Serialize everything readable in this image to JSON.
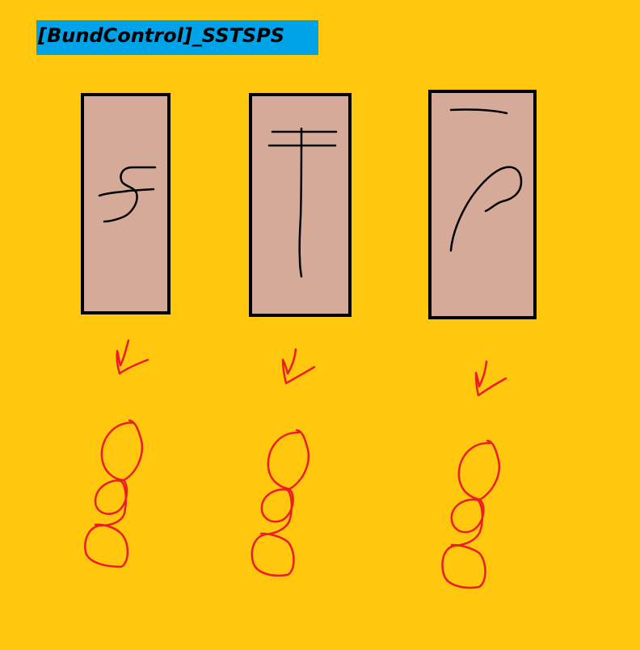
{
  "title": {
    "text": "[BundControl]_SSTSPS"
  },
  "colors": {
    "background": "#ffc70e",
    "title_band": "#00a2e8",
    "panel_fill": "#d5aa98",
    "panel_border": "#000000",
    "glyph_stroke": "#000000",
    "marks_stroke": "#ed1c24"
  },
  "panels": [
    {
      "glyph": "hand-drawn-s-shape"
    },
    {
      "glyph": "hand-drawn-t-shape"
    },
    {
      "glyph": "hand-drawn-p-shape"
    }
  ],
  "arrows": [
    {
      "icon": "red-checkmark-arrow"
    },
    {
      "icon": "red-checkmark-arrow"
    },
    {
      "icon": "red-checkmark-arrow"
    }
  ],
  "coils": [
    {
      "icon": "red-figure-eight-coil"
    },
    {
      "icon": "red-figure-eight-coil"
    },
    {
      "icon": "red-figure-eight-coil"
    }
  ]
}
